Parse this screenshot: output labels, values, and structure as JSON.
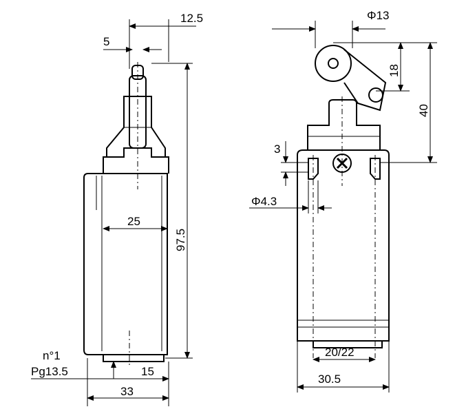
{
  "title": "Limit switch with roller lever – dimension drawing",
  "left_view": {
    "dim_head_offset": "12.5",
    "dim_plunger_width": "5",
    "dim_height": "97.5",
    "dim_inner_width": "25",
    "dim_base_offset": "15",
    "dim_width": "33",
    "entry_label": "n°1",
    "entry_thread": "Pg13.5"
  },
  "right_view": {
    "dim_roller_diameter": "Φ13",
    "dim_roller_height": "18",
    "dim_actuator_height": "40",
    "dim_hole_offset": "3",
    "dim_hole_diameter": "Φ4.3",
    "dim_mounting_spacing": "20/22",
    "dim_width": "30.5"
  }
}
